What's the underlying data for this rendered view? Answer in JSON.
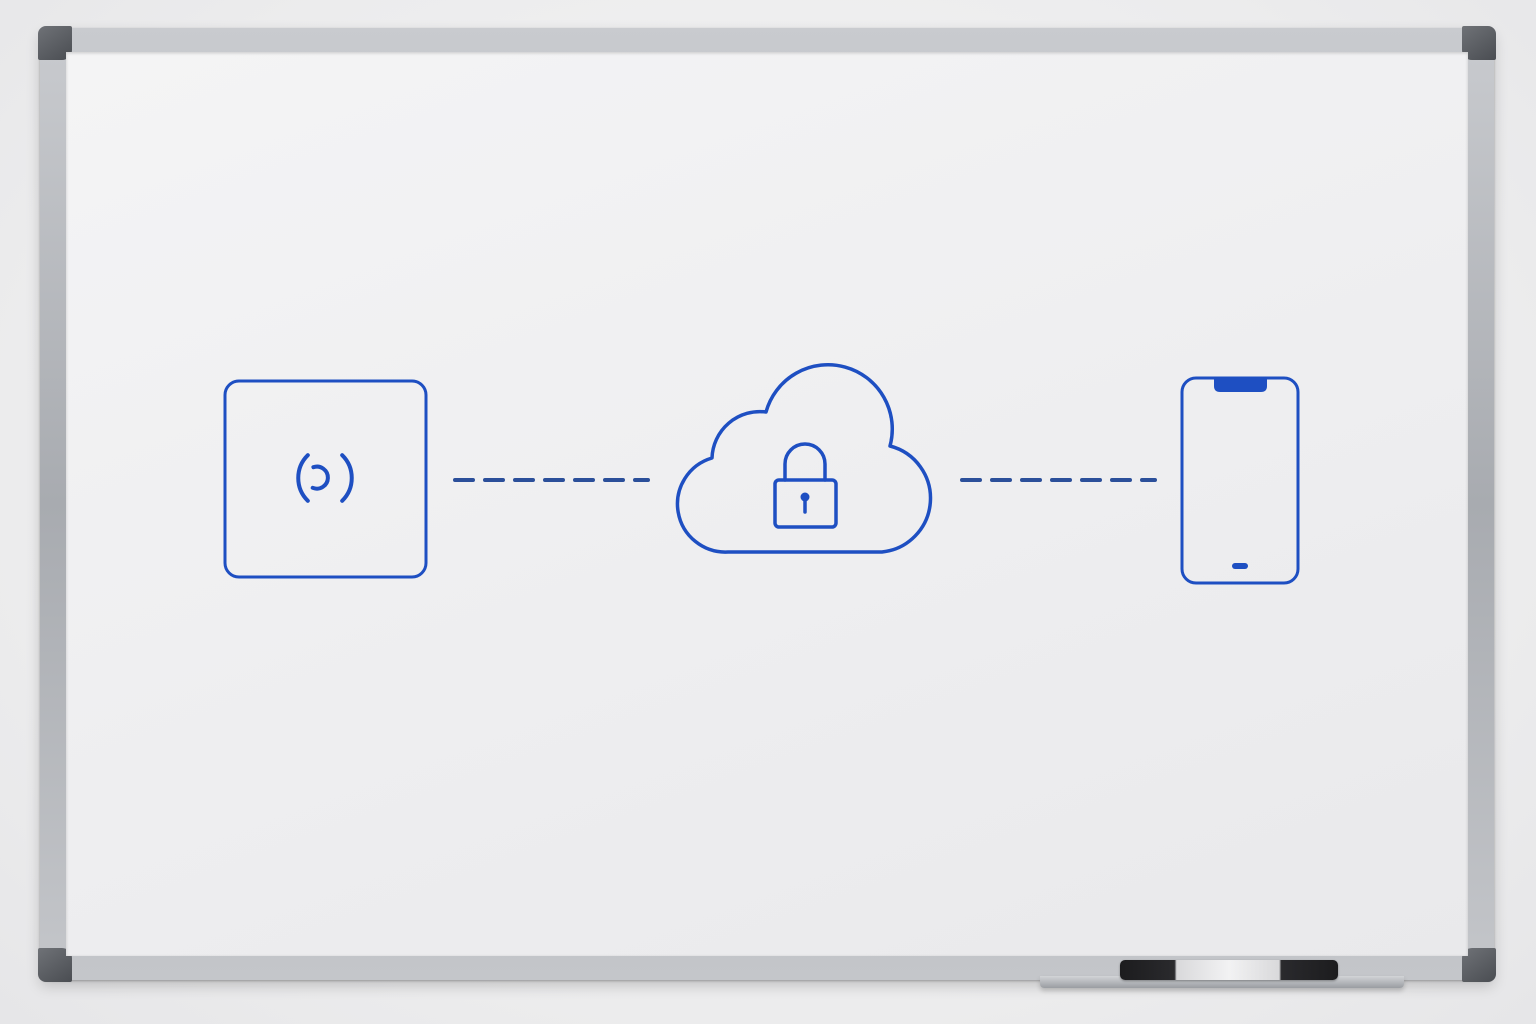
{
  "colors": {
    "ink": "#1e4fc2",
    "dash": "#2b4f9a",
    "frame": "#a8abb0",
    "corner": "#55585d",
    "board": "#f0f0f2"
  },
  "nodes": [
    {
      "id": "sensor",
      "icon": "wireless-signal-icon"
    },
    {
      "id": "cloud",
      "icon": "cloud-lock-icon"
    },
    {
      "id": "phone",
      "icon": "smartphone-icon"
    }
  ],
  "links": [
    {
      "from": "sensor",
      "to": "cloud",
      "style": "dashed"
    },
    {
      "from": "cloud",
      "to": "phone",
      "style": "dashed"
    }
  ]
}
